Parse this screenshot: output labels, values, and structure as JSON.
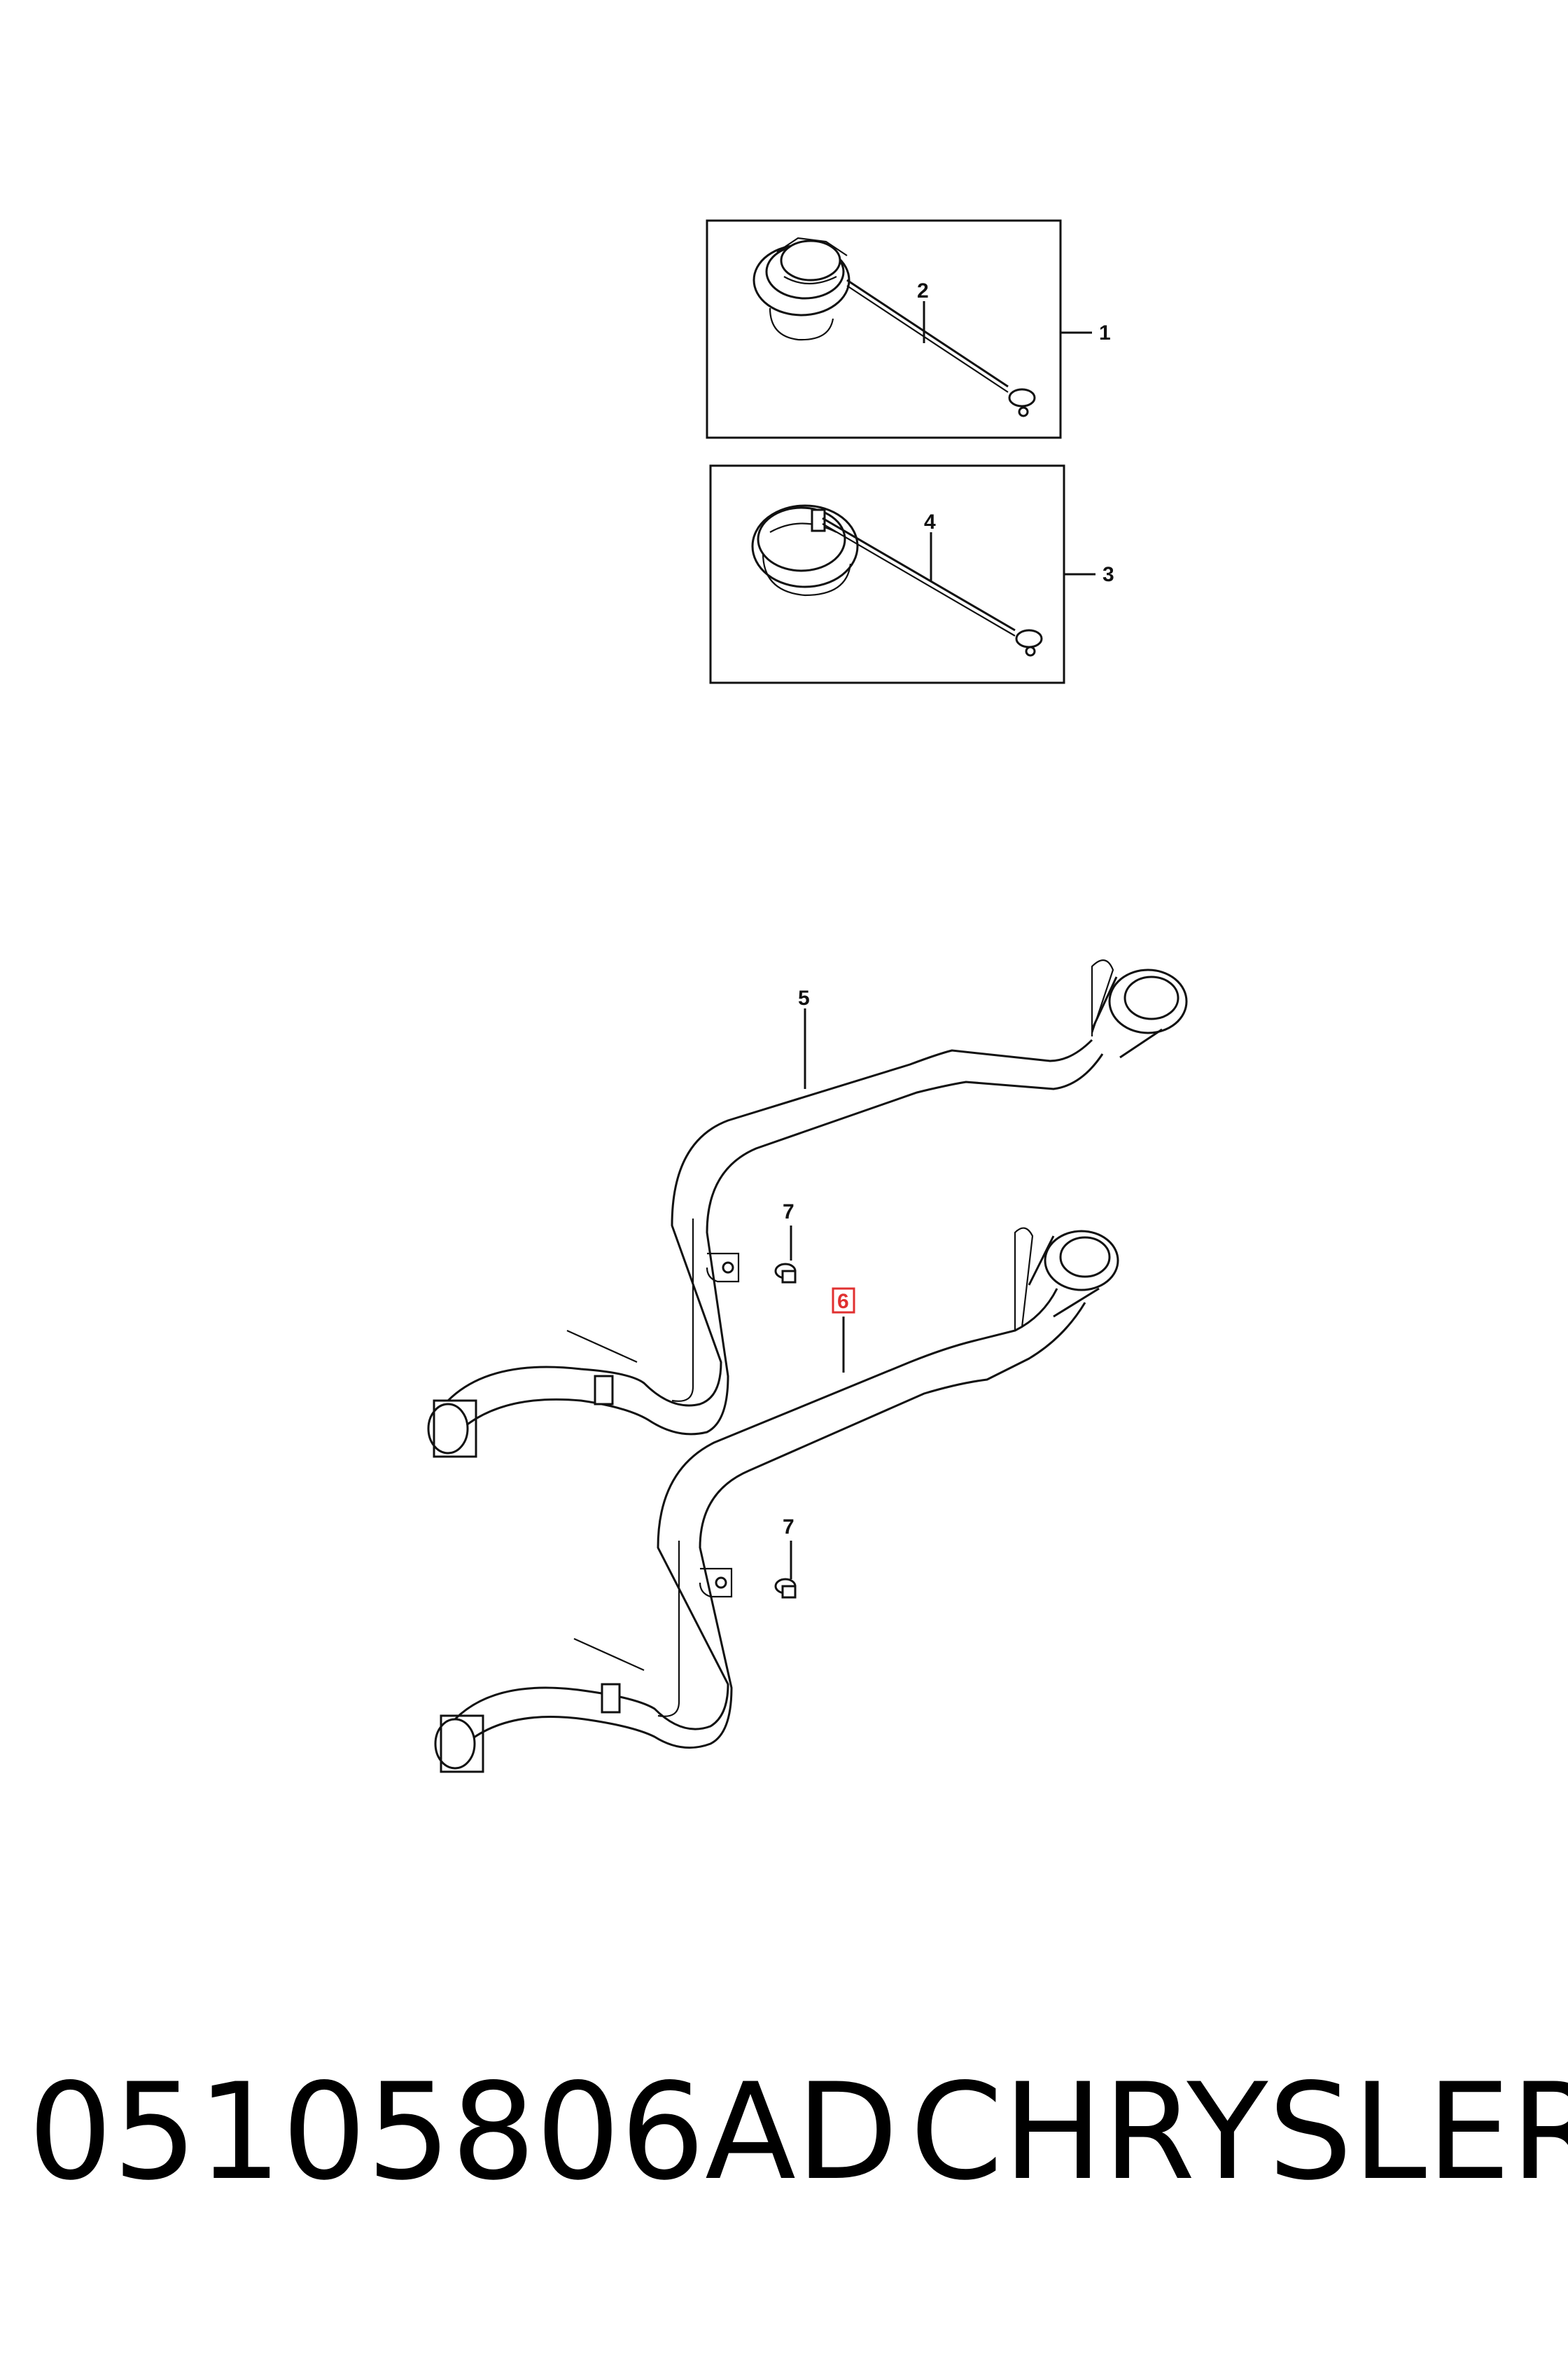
{
  "callouts": {
    "c1": "1",
    "c2": "2",
    "c3": "3",
    "c4": "4",
    "c5": "5",
    "c6": "6",
    "c7a": "7",
    "c7b": "7"
  },
  "highlight_color": "#e03030",
  "footer": {
    "part_number": "05105806AD",
    "brand": "CHRYSLER"
  }
}
